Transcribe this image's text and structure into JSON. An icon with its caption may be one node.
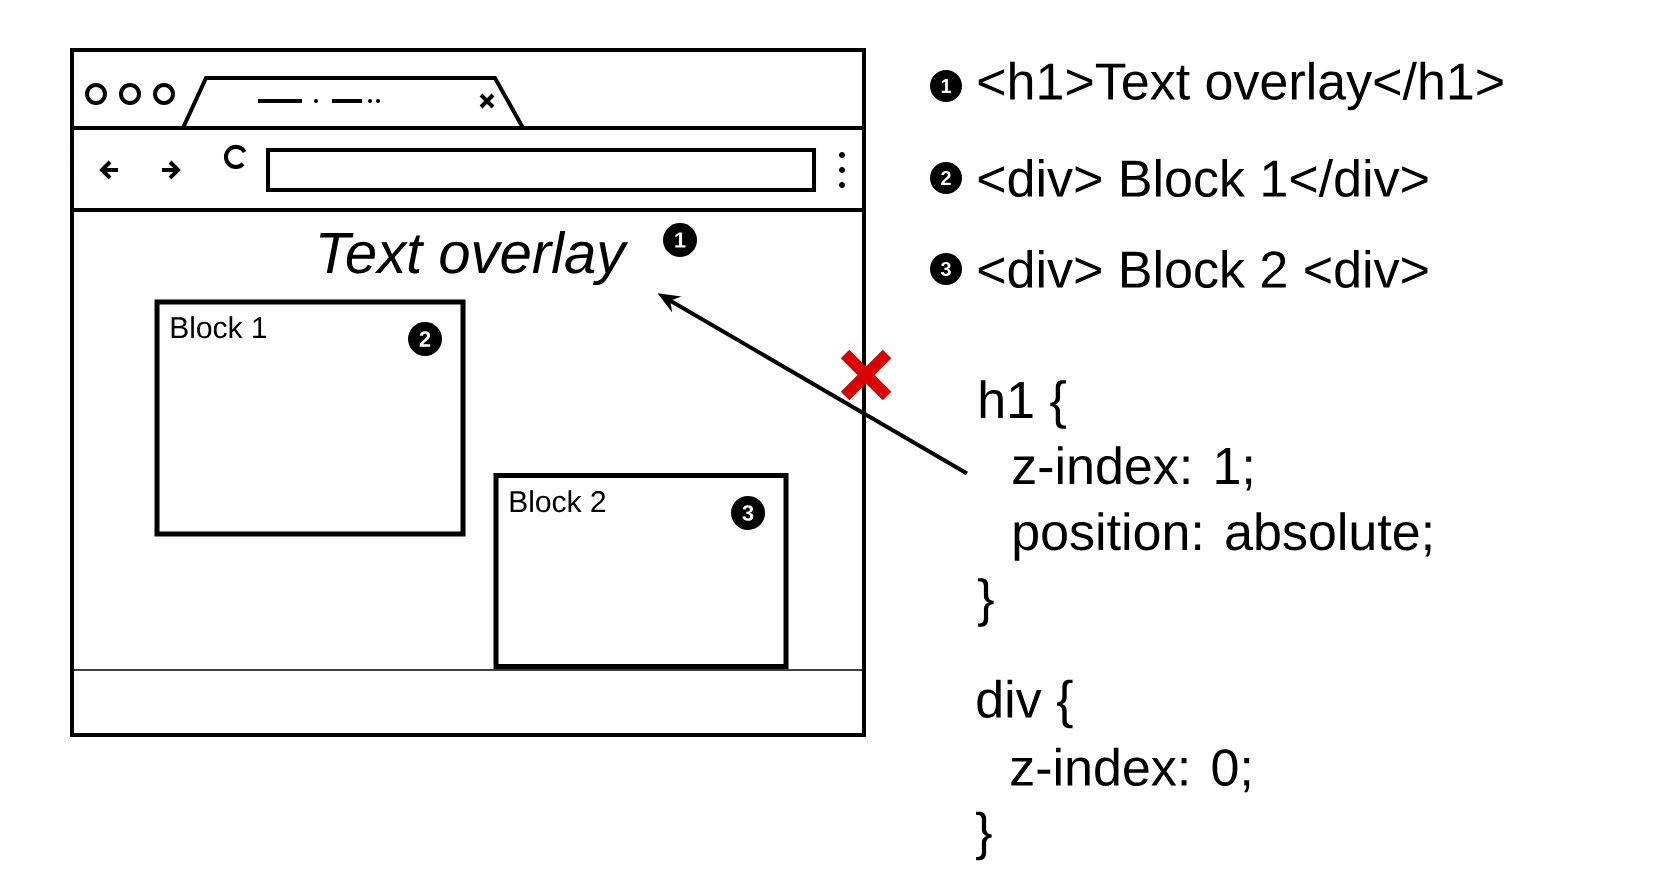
{
  "diagram": {
    "nodes": [
      {
        "text": [
          "Text overlay"
        ],
        "beside": [
          "1"
        ]
      },
      {
        "text": [
          "Block 1",
          "2"
        ]
      },
      {
        "text": [
          "Block 2",
          "3"
        ]
      },
      {
        "text": [
          "h1 {",
          "z-index: 1;",
          "position: absolute;",
          "}"
        ]
      }
    ],
    "edges": [
      {
        "from": 3,
        "to": 0,
        "arrow": "to"
      }
    ],
    "labels": [
      "1",
      "<h1>Text overlay</h1>",
      "2",
      "<div> Block 1</div>",
      "3",
      "<div> Block 2 <div>",
      "div {",
      "z-index: 0;",
      "}"
    ]
  }
}
